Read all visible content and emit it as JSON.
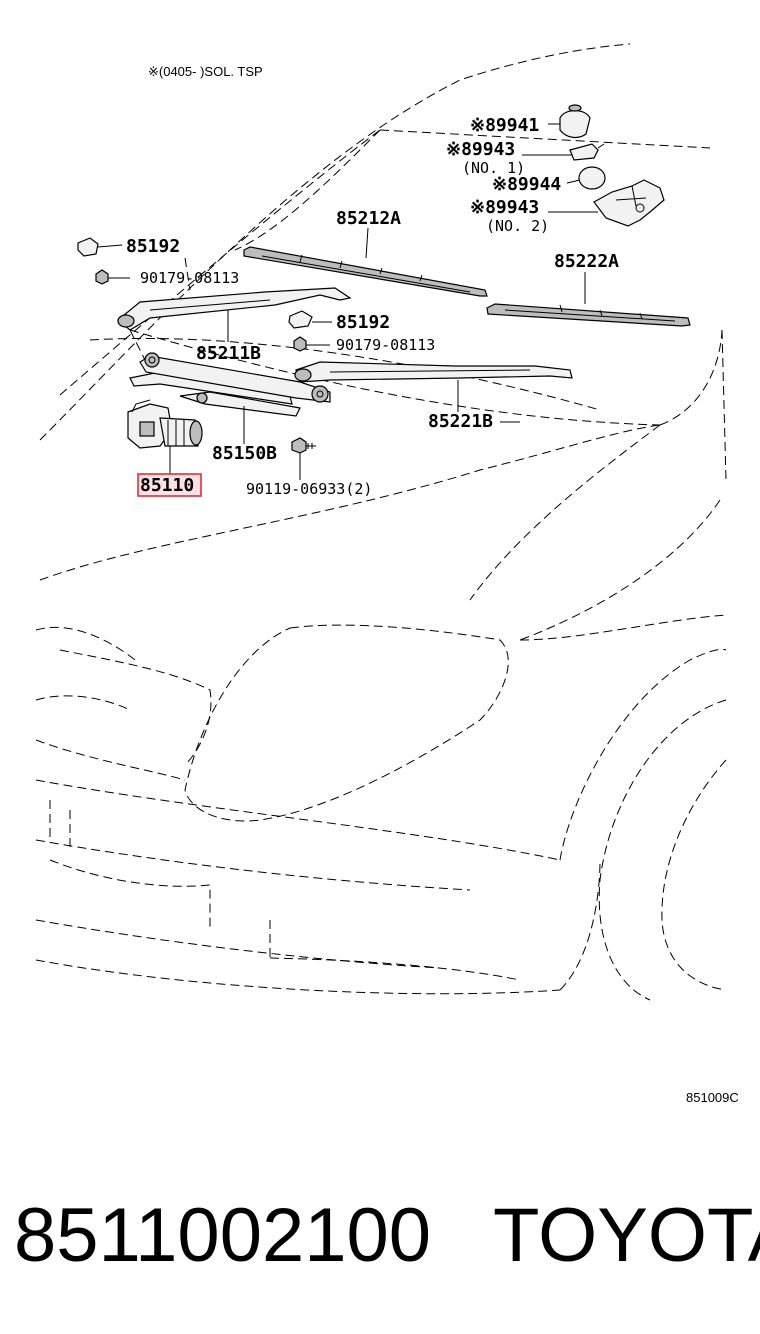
{
  "header_note": "※(0405-       )SOL. TSP",
  "parts": {
    "p89941": "※89941",
    "p89943_no1": "※89943",
    "p89943_no1_sub": "(NO. 1)",
    "p89944": "※89944",
    "p89943_no2": "※89943",
    "p89943_no2_sub": "(NO. 2)",
    "p85212a": "85212A",
    "p85222a": "85222A",
    "p85192_a": "85192",
    "p90179_a": "90179-08113",
    "p85192_b": "85192",
    "p90179_b": "90179-08113",
    "p85211b": "85211B",
    "p85221b": "85221B",
    "p85150b": "85150B",
    "p85110": "85110",
    "p90119": "90119-06933(2)"
  },
  "diagram_code": "851009C",
  "footer": {
    "part_number": "8511002100",
    "brand": "TOYOTA"
  },
  "highlight_color": "#e0303a"
}
